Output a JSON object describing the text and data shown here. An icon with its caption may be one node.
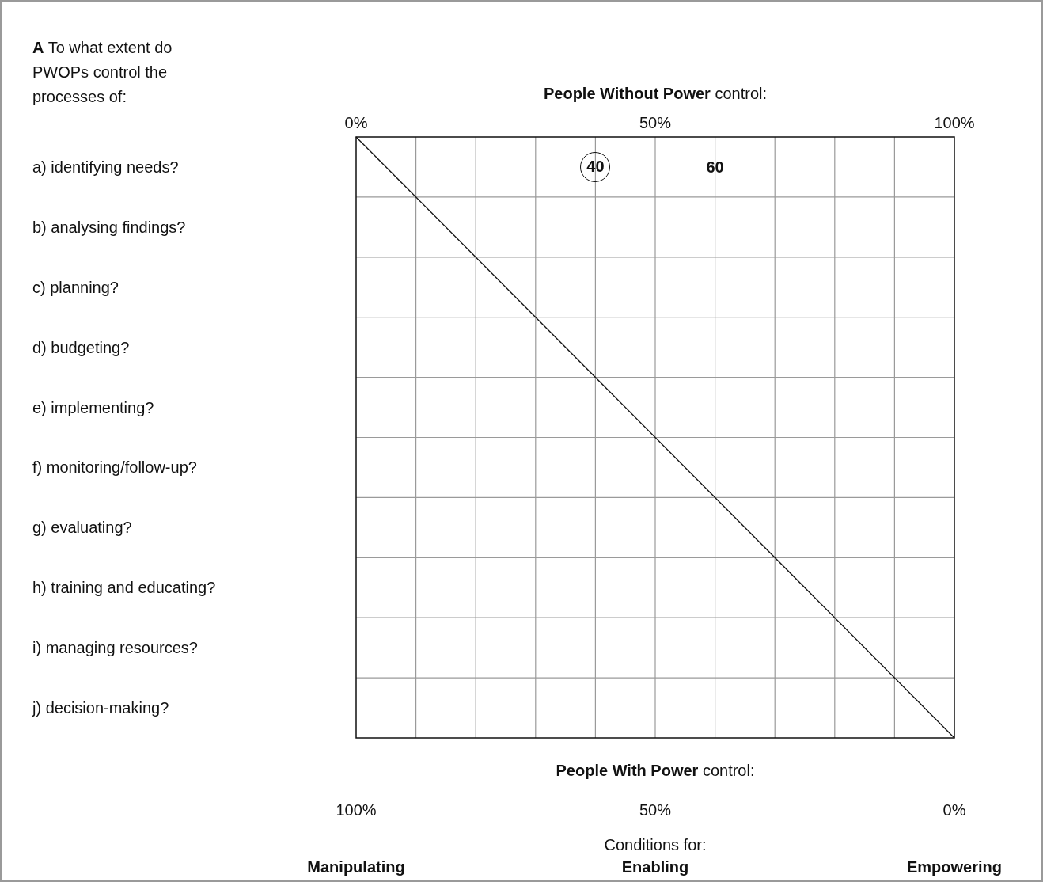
{
  "diagram": {
    "nodes": [
      {
        "text": [
          "40"
        ]
      }
    ],
    "edges": [],
    "labels": [
      "**A** To what extent do PWOPs control the processes of:",
      "**People Without Power** control:",
      "0%",
      "50%",
      "100%",
      "a) identifying needs?",
      "b) analysing findings?",
      "c) planning?",
      "d) budgeting?",
      "e) implementing?",
      "f) monitoring/follow-up?",
      "g) evaluating?",
      "h) training and educating?",
      "i) managing resources?",
      "j) decision-making?",
      "60",
      "**People With Power** control:",
      "100%",
      "50%",
      "0%",
      "Conditions for:",
      "Manipulating",
      "Enabling",
      "Empowering"
    ]
  }
}
